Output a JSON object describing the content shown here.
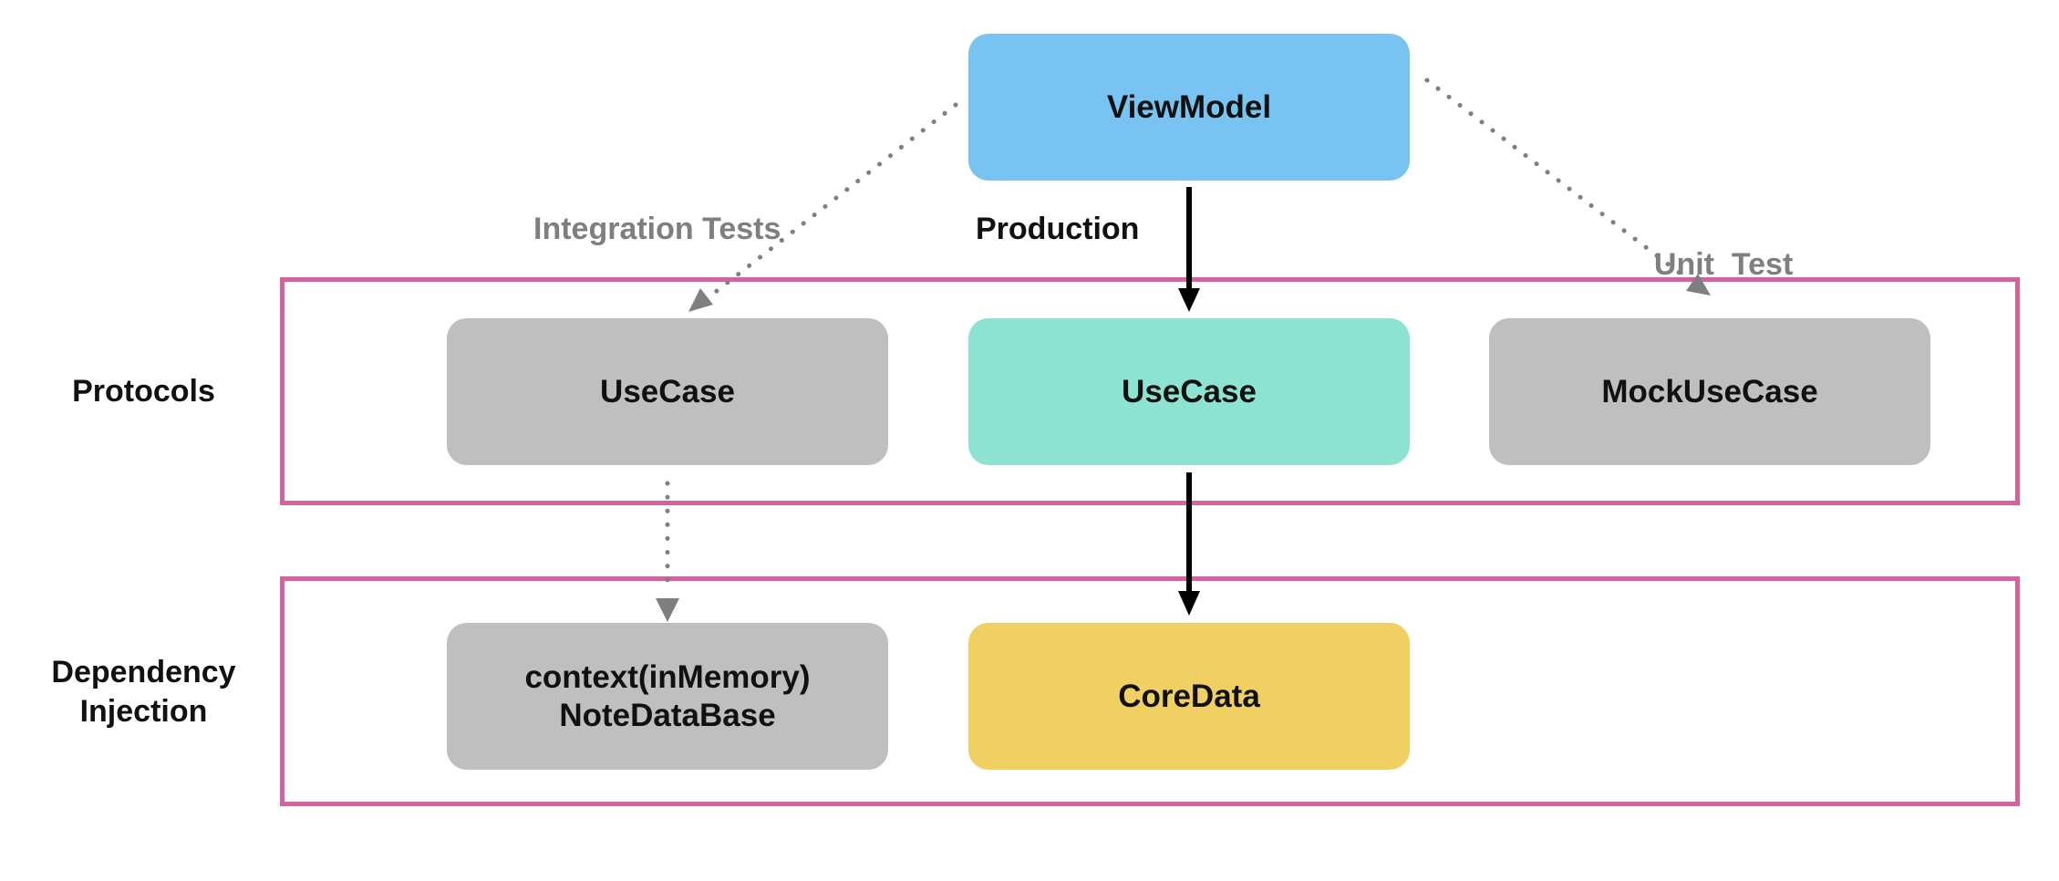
{
  "row_labels": {
    "protocols": "Protocols",
    "dependency_injection": [
      "Dependency",
      "Injection"
    ]
  },
  "path_labels": {
    "integration": "Integration Tests",
    "production": "Production",
    "unit": "Unit  Test"
  },
  "nodes": {
    "viewmodel": "ViewModel",
    "usecase_integration": "UseCase",
    "usecase_production": "UseCase",
    "mock_usecase": "MockUseCase",
    "context_line1": "context(inMemory)",
    "context_line2": "NoteDataBase",
    "coredata": "CoreData"
  },
  "colors": {
    "viewmodel": "#78c3f2",
    "usecase_production": "#8de3d2",
    "gray_node": "#bfbfbf",
    "coredata": "#f0d062",
    "frame": "#d6619c",
    "dotted_arrow": "#7f7f7f",
    "solid_arrow": "#000000",
    "test_label": "#7f7f7f",
    "production_label": "#111111"
  }
}
